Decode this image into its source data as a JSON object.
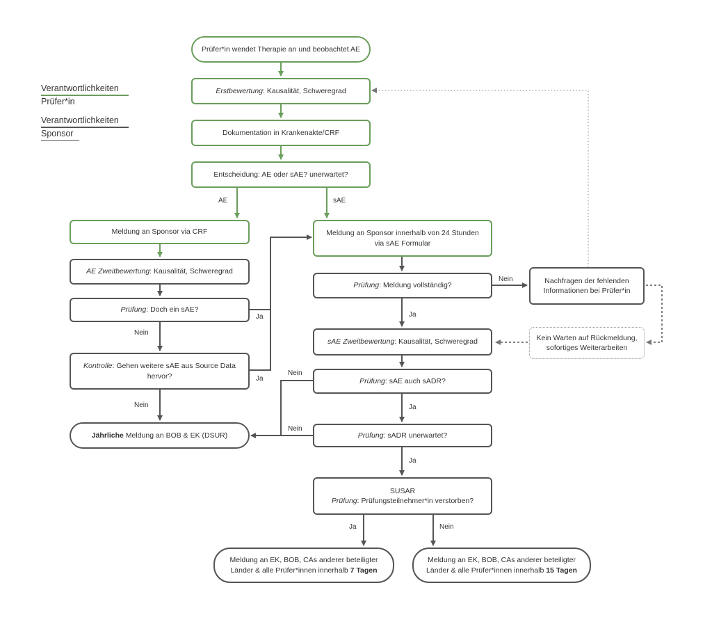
{
  "legend": {
    "investigator": {
      "line1": "Verantwortlichkeiten",
      "line2": "Prüfer*in",
      "color": "#6a9e5c"
    },
    "sponsor": {
      "line1": "Verantwortlichkeiten",
      "line2": "Sponsor",
      "color": "#555555"
    }
  },
  "nodes": {
    "therapie": {
      "text": "Prüfer*in wendet Therapie an und beobachtet AE"
    },
    "erstbewertung": {
      "em": "Erstbewertung",
      "rest": ": Kausalität, Schweregrad"
    },
    "dokumentation": {
      "text": "Dokumentation in Krankenakte/CRF"
    },
    "entscheidung": {
      "text": "Entscheidung: AE oder sAE? unerwartet?"
    },
    "meldung_crf": {
      "text": "Meldung an Sponsor via CRF"
    },
    "meldung_24h": {
      "line1": "Meldung an Sponsor innerhalb von 24 Stunden",
      "line2": "via sAE Formular"
    },
    "ae_zweit": {
      "em": "AE Zweitbewertung",
      "rest": ": Kausalität, Schweregrad"
    },
    "pruefung_vollstaendig": {
      "em": "Prüfung",
      "rest": ": Meldung vollständig?"
    },
    "nachfragen": {
      "line1": "Nachfragen der fehlenden",
      "line2": "Informationen bei Prüfer*in"
    },
    "pruefung_doch": {
      "em": "Prüfung",
      "rest": ": Doch ein sAE?"
    },
    "sae_zweit": {
      "em": "sAE Zweitbewertung",
      "rest": ": Kausalität, Schweregrad"
    },
    "kein_warten": {
      "line1": "Kein Warten auf Rückmeldung,",
      "line2": "sofortiges Weiterarbeiten"
    },
    "kontrolle": {
      "em": "Kontrolle",
      "rest": ": Gehen weitere sAE aus Source Data",
      "line2": "hervor?"
    },
    "pruefung_sadr": {
      "em": "Prüfung",
      "rest": ":  sAE auch sADR?"
    },
    "jaehrlich": {
      "bold": "Jährliche",
      "rest": " Meldung an BOB & EK (DSUR)"
    },
    "pruefung_unerwartet": {
      "em": "Prüfung",
      "rest": ": sADR unerwartet?"
    },
    "susar": {
      "line1": "SUSAR",
      "em": "Prüfung",
      "rest": ": Prüfungsteilnehmer*in verstorben?"
    },
    "meldung_7": {
      "line1": "Meldung an EK, BOB, CAs anderer beteiligter",
      "line2": "Länder & alle Prüfer*innen innerhalb ",
      "bold": "7 Tagen"
    },
    "meldung_15": {
      "line1": "Meldung an EK, BOB, CAs anderer beteiligter",
      "line2": "Länder & alle Prüfer*innen innerhalb ",
      "bold": "15 Tagen"
    }
  },
  "edge_labels": {
    "ae": "AE",
    "sae": "sAE",
    "nein_vollstaendig": "Nein",
    "ja_doch": "Ja",
    "ja_vollstaendig": "Ja",
    "nein_doch": "Nein",
    "ja_kontrolle": "Ja",
    "nein_sadr": "Nein",
    "nein_kontrolle": "Nein",
    "ja_sadr": "Ja",
    "nein_unerwartet": "Nein",
    "ja_unerwartet": "Ja",
    "ja_susar": "Ja",
    "nein_susar": "Nein"
  },
  "colors": {
    "investigator": "#6a9e5c",
    "sponsor": "#555555",
    "dotted": "#999999"
  }
}
